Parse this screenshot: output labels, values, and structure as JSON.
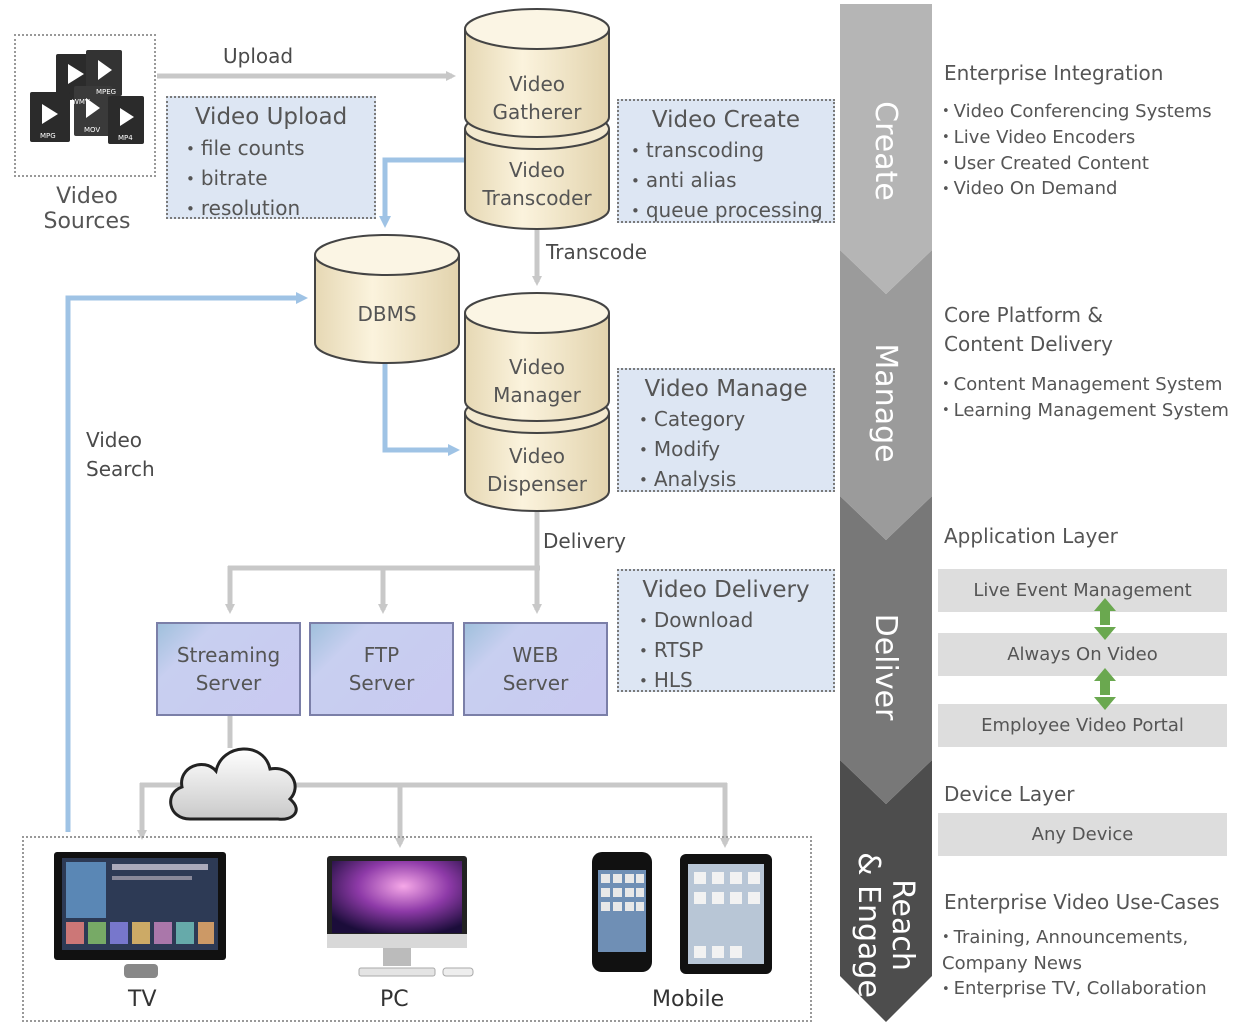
{
  "sources": {
    "label": "Video Sources",
    "formats": [
      "WMV",
      "MPEG",
      "MPG",
      "MOV",
      "MP4"
    ]
  },
  "flow_labels": {
    "upload": "Upload",
    "transcode": "Transcode",
    "delivery": "Delivery",
    "video_search": "Video\nSearch"
  },
  "databases": {
    "gatherer": "Video\nGatherer",
    "transcoder": "Video\nTranscoder",
    "dbms": "DBMS",
    "manager": "Video\nManager",
    "dispenser": "Video\nDispenser"
  },
  "info_boxes": {
    "upload": {
      "title": "Video Upload",
      "items": [
        "file counts",
        "bitrate",
        "resolution"
      ]
    },
    "create": {
      "title": "Video Create",
      "items": [
        "transcoding",
        "anti alias",
        "queue processing"
      ]
    },
    "manage": {
      "title": "Video Manage",
      "items": [
        "Category",
        "Modify",
        "Analysis"
      ]
    },
    "delivery": {
      "title": "Video Delivery",
      "items": [
        "Download",
        "RTSP",
        "HLS"
      ]
    }
  },
  "servers": {
    "streaming": "Streaming\nServer",
    "ftp": "FTP\nServer",
    "web": "WEB\nServer"
  },
  "devices": {
    "tv": "TV",
    "pc": "PC",
    "mobile": "Mobile"
  },
  "stages": {
    "create": "Create",
    "manage": "Manage",
    "deliver": "Deliver",
    "reach": "Reach\n& Engage"
  },
  "right_panel": {
    "create_head": "Enterprise Integration",
    "create_items": [
      "Video Conferencing Systems",
      "Live Video Encoders",
      "User Created Content",
      "Video On Demand"
    ],
    "manage_head": "Core Platform &\nContent Delivery",
    "manage_items": [
      "Content Management System",
      "Learning Management System"
    ],
    "app_head": "Application Layer",
    "app_boxes": [
      "Live Event Management",
      "Always On Video",
      "Employee Video Portal"
    ],
    "device_head": "Device Layer",
    "device_box": "Any Device",
    "usecase_head": "Enterprise Video Use-Cases",
    "usecase_items": [
      "Training, Announcements,\nCompany News",
      "Enterprise TV, Collaboration"
    ]
  },
  "colors": {
    "blue_arrow": "#9fc3e5",
    "gray_arrow": "#c8c8c8",
    "box_fill": "#dde6f3",
    "stage_1": "#b5b5b5",
    "stage_4": "#4d4d4d",
    "green": "#6aa84f"
  }
}
